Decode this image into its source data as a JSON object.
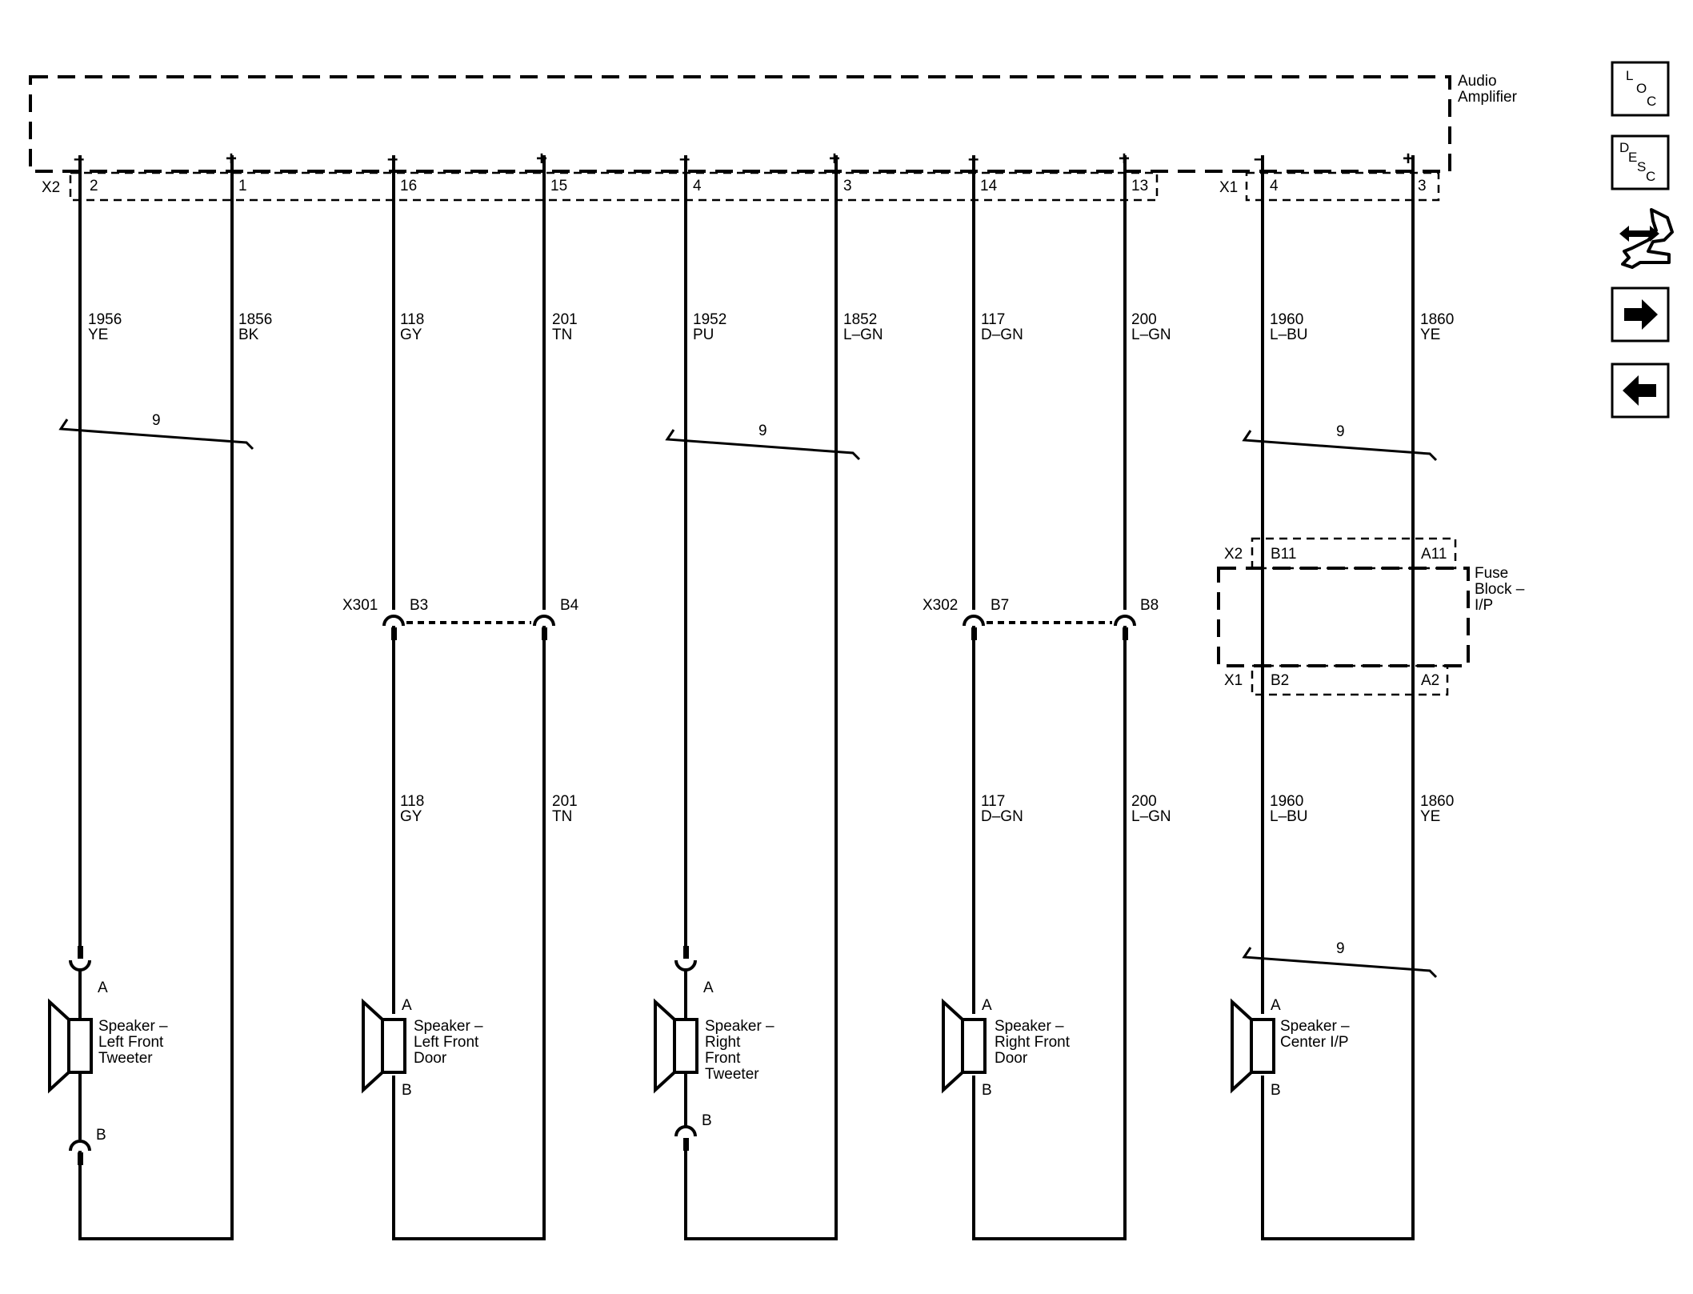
{
  "amplifier": {
    "label_line1": "Audio",
    "label_line2": "Amplifier",
    "connector_x2": "X2",
    "connector_x1": "X1"
  },
  "pins": [
    {
      "num": "2",
      "sign": "–"
    },
    {
      "num": "1",
      "sign": "+"
    },
    {
      "num": "16",
      "sign": "–"
    },
    {
      "num": "15",
      "sign": "+"
    },
    {
      "num": "4",
      "sign": "–"
    },
    {
      "num": "3",
      "sign": "+"
    },
    {
      "num": "14",
      "sign": "–"
    },
    {
      "num": "13",
      "sign": "+"
    },
    {
      "num": "4",
      "sign": "–"
    },
    {
      "num": "3",
      "sign": "+"
    }
  ],
  "wires_upper": [
    {
      "circuit": "1956",
      "color": "YE"
    },
    {
      "circuit": "1856",
      "color": "BK"
    },
    {
      "circuit": "118",
      "color": "GY"
    },
    {
      "circuit": "201",
      "color": "TN"
    },
    {
      "circuit": "1952",
      "color": "PU"
    },
    {
      "circuit": "1852",
      "color": "L–GN"
    },
    {
      "circuit": "117",
      "color": "D–GN"
    },
    {
      "circuit": "200",
      "color": "L–GN"
    },
    {
      "circuit": "1960",
      "color": "L–BU"
    },
    {
      "circuit": "1860",
      "color": "YE"
    }
  ],
  "wires_lower": [
    {
      "circuit": "118",
      "color": "GY"
    },
    {
      "circuit": "201",
      "color": "TN"
    },
    {
      "circuit": "117",
      "color": "D–GN"
    },
    {
      "circuit": "200",
      "color": "L–GN"
    },
    {
      "circuit": "1960",
      "color": "L–BU"
    },
    {
      "circuit": "1860",
      "color": "YE"
    }
  ],
  "twist_label": "9",
  "inline_connectors": [
    {
      "id": "X301",
      "pin_a": "B3",
      "pin_b": "B4"
    },
    {
      "id": "X302",
      "pin_a": "B7",
      "pin_b": "B8"
    }
  ],
  "fuse_block": {
    "label_line1": "Fuse",
    "label_line2": "Block –",
    "label_line3": "I/P",
    "top_connector": "X2",
    "top_pin_left": "B11",
    "top_pin_right": "A11",
    "bottom_connector": "X1",
    "bottom_pin_left": "B2",
    "bottom_pin_right": "A2"
  },
  "speakers": [
    {
      "lines": [
        "Speaker –",
        "Left Front",
        "Tweeter"
      ],
      "pin_a": "A",
      "pin_b": "B"
    },
    {
      "lines": [
        "Speaker –",
        "Left Front",
        "Door"
      ],
      "pin_a": "A",
      "pin_b": "B"
    },
    {
      "lines": [
        "Speaker –",
        "Right",
        "Front",
        "Tweeter"
      ],
      "pin_a": "A",
      "pin_b": "B"
    },
    {
      "lines": [
        "Speaker –",
        "Right Front",
        "Door"
      ],
      "pin_a": "A",
      "pin_b": "B"
    },
    {
      "lines": [
        "Speaker –",
        "Center I/P"
      ],
      "pin_a": "A",
      "pin_b": "B"
    }
  ],
  "nav": {
    "loc": [
      "L",
      "O",
      "C"
    ],
    "desc": [
      "D",
      "E",
      "S",
      "C"
    ]
  }
}
